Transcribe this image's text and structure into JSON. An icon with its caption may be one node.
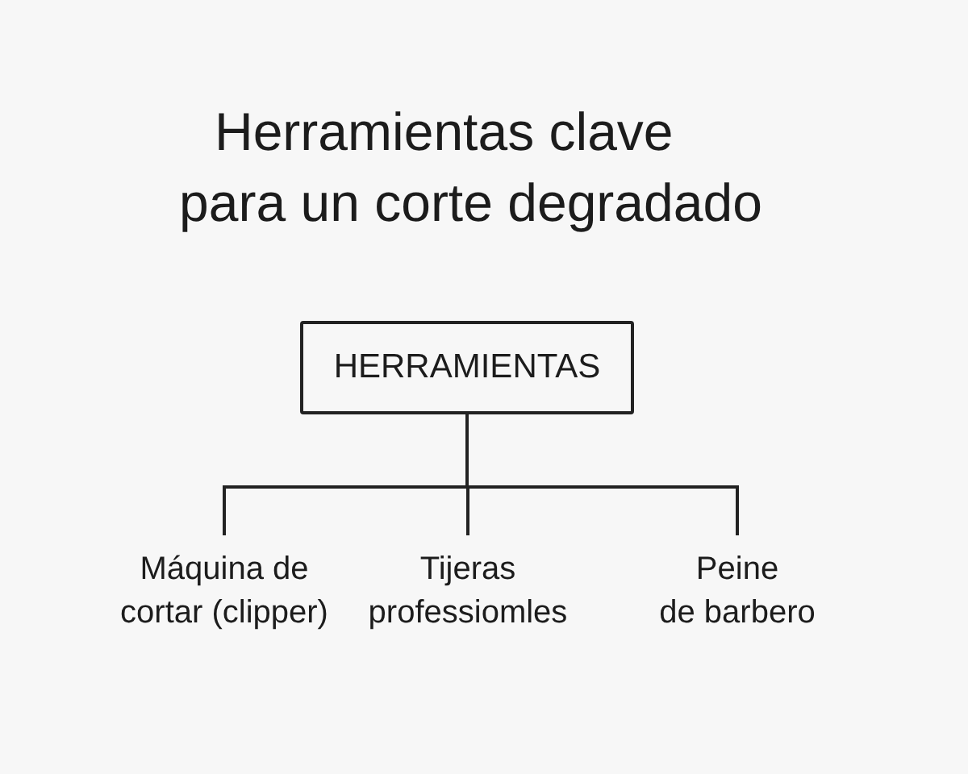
{
  "diagram": {
    "title": "Herramientas clave para un corte degradado",
    "nodes": [
      {
        "text": [
          "HERRAMIENTAS"
        ]
      },
      {
        "text": [
          "Máquina de cortar (clipper)"
        ]
      },
      {
        "text": [
          "Tijeras professiomles"
        ]
      },
      {
        "text": [
          "Peine de barbero"
        ]
      }
    ],
    "edges": [
      {
        "from": 0,
        "to": 1,
        "arrow": "none"
      },
      {
        "from": 0,
        "to": 2,
        "arrow": "none"
      },
      {
        "from": 0,
        "to": 3,
        "arrow": "none"
      }
    ]
  }
}
